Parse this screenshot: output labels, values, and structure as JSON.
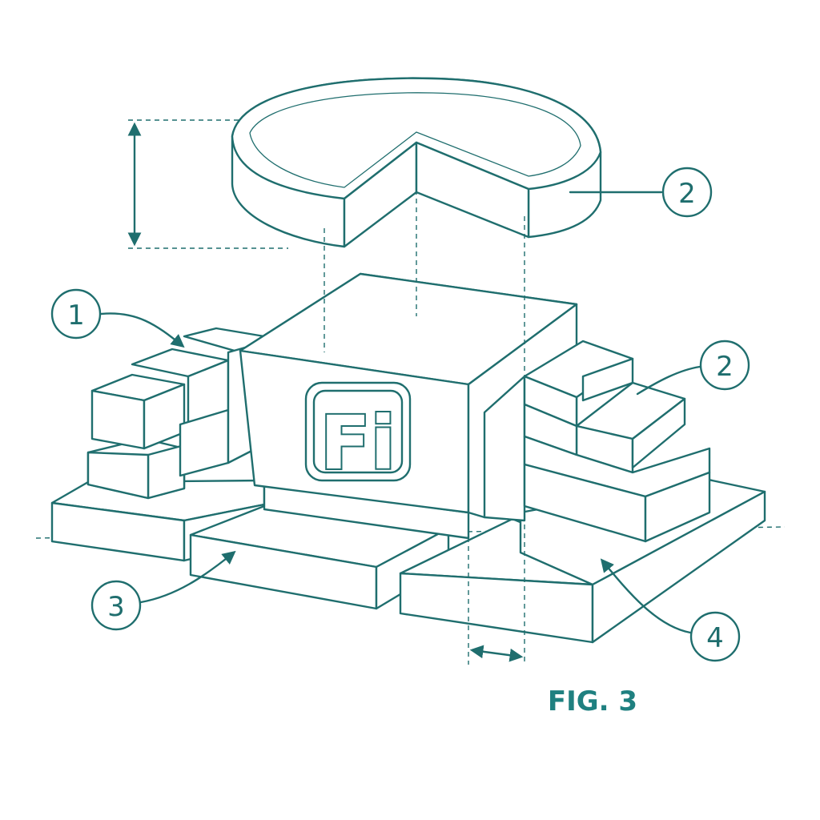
{
  "figure": {
    "label": "FIG. 3",
    "logo_text": "Fi",
    "ink_color": "#1f6e6e",
    "label_color": "#1f8080"
  },
  "callouts": [
    {
      "id": "callout-1",
      "text": "1"
    },
    {
      "id": "callout-2-top",
      "text": "2"
    },
    {
      "id": "callout-2-right",
      "text": "2"
    },
    {
      "id": "callout-3",
      "text": "3"
    },
    {
      "id": "callout-4",
      "text": "4"
    }
  ]
}
